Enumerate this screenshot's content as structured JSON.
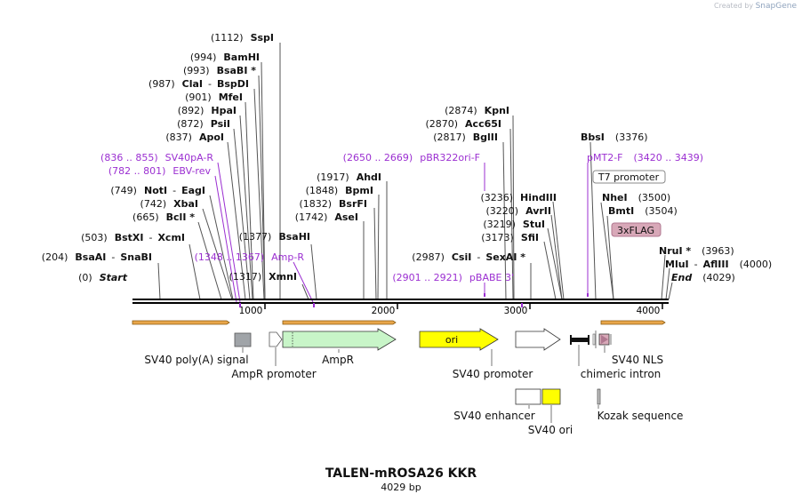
{
  "credit": {
    "prefix": "Created by",
    "brand": "SnapGene"
  },
  "plasmid": {
    "name": "TALEN-mROSA26 KKR",
    "length": "4029 bp"
  },
  "colors": {
    "primer": "#9b2fd1",
    "arrow_fill_orange": "#e8a64a",
    "ampr": "#c8f5c8",
    "ori": "#ffff00",
    "feature_pink": "#d8a8b8",
    "text": "#111111"
  },
  "axis_ticks": [
    "1000",
    "2000",
    "3000",
    "4000"
  ],
  "enzyme_sites": [
    {
      "pos": "(1112)",
      "name": "SspI"
    },
    {
      "pos": "(994)",
      "name": "BamHI"
    },
    {
      "pos": "(993)",
      "name": "BsaBI *"
    },
    {
      "pos": "(987)",
      "name": "ClaI",
      "name2": "BspDI"
    },
    {
      "pos": "(901)",
      "name": "MfeI"
    },
    {
      "pos": "(892)",
      "name": "HpaI"
    },
    {
      "pos": "(872)",
      "name": "PsiI"
    },
    {
      "pos": "(837)",
      "name": "ApoI"
    },
    {
      "pos": "(749)",
      "name": "NotI",
      "name2": "EagI"
    },
    {
      "pos": "(742)",
      "name": "XbaI"
    },
    {
      "pos": "(665)",
      "name": "BclI *"
    },
    {
      "pos": "(503)",
      "name": "BstXI",
      "name2": "XcmI"
    },
    {
      "pos": "(204)",
      "name": "BsaAI",
      "name2": "SnaBI"
    },
    {
      "pos": "(0)",
      "name": "Start"
    },
    {
      "pos": "(1377)",
      "name": "BsaHI"
    },
    {
      "pos": "(1317)",
      "name": "XmnI"
    },
    {
      "pos": "(1917)",
      "name": "AhdI"
    },
    {
      "pos": "(1848)",
      "name": "BpmI"
    },
    {
      "pos": "(1832)",
      "name": "BsrFI"
    },
    {
      "pos": "(1742)",
      "name": "AseI"
    },
    {
      "pos": "(2874)",
      "name": "KpnI"
    },
    {
      "pos": "(2870)",
      "name": "Acc65I"
    },
    {
      "pos": "(2817)",
      "name": "BglII"
    },
    {
      "pos": "(3236)",
      "name": "HindIII"
    },
    {
      "pos": "(3220)",
      "name": "AvrII"
    },
    {
      "pos": "(3219)",
      "name": "StuI"
    },
    {
      "pos": "(3173)",
      "name": "SfiI"
    },
    {
      "pos": "(2987)",
      "name": "CsiI",
      "name2": "SexAI *"
    },
    {
      "name": "BbsI",
      "pos": "(3376)"
    },
    {
      "name": "NheI",
      "pos": "(3500)"
    },
    {
      "name": "BmtI",
      "pos": "(3504)"
    },
    {
      "name": "NruI *",
      "pos": "(3963)"
    },
    {
      "name": "MluI",
      "name2": "AflIII",
      "pos": "(4000)"
    },
    {
      "name": "End",
      "pos": "(4029)"
    }
  ],
  "primers": [
    {
      "range": "(836 .. 855)",
      "name": "SV40pA-R"
    },
    {
      "range": "(782 .. 801)",
      "name": "EBV-rev"
    },
    {
      "range": "(1348 .. 1367)",
      "name": "Amp-R"
    },
    {
      "range": "(2650 .. 2669)",
      "name": "pBR322ori-F"
    },
    {
      "range": "(2901 .. 2921)",
      "name": "pBABE 3'"
    },
    {
      "name": "pMT2-F",
      "range": "(3420 .. 3439)"
    }
  ],
  "boxed_features": [
    "T7 promoter",
    "3xFLAG"
  ],
  "feature_labels": {
    "sv40_polya": "SV40 poly(A) signal",
    "ampr_promoter": "AmpR promoter",
    "ampr": "AmpR",
    "ori": "ori",
    "sv40_promoter": "SV40 promoter",
    "chimeric_intron": "chimeric intron",
    "sv40_nls": "SV40 NLS",
    "sv40_enhancer": "SV40 enhancer",
    "sv40_ori": "SV40 ori",
    "kozak": "Kozak sequence"
  }
}
